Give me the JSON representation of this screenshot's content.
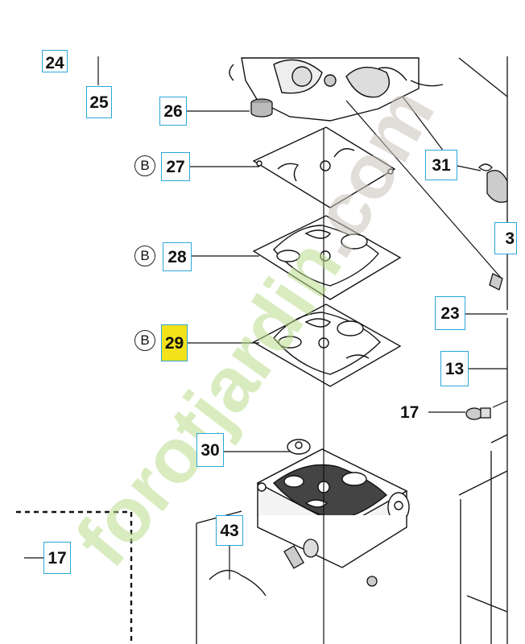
{
  "callouts": {
    "c24": "24",
    "c25": "25",
    "c26": "26",
    "c27": "27",
    "c28": "28",
    "c29": "29",
    "c31": "31",
    "c3x": "3",
    "c23": "23",
    "c13": "13",
    "c17a": "17",
    "c30": "30",
    "c43": "43",
    "c17b": "17"
  },
  "group_marker": "B",
  "watermark": "forotjardin.com",
  "colors": {
    "callout_border": "#2aa7d9",
    "highlight": "#f2e21a",
    "watermark_green": "#b9dc8c",
    "watermark_orange": "#f6c48a",
    "watermark_gray": "#c9c1b8"
  }
}
